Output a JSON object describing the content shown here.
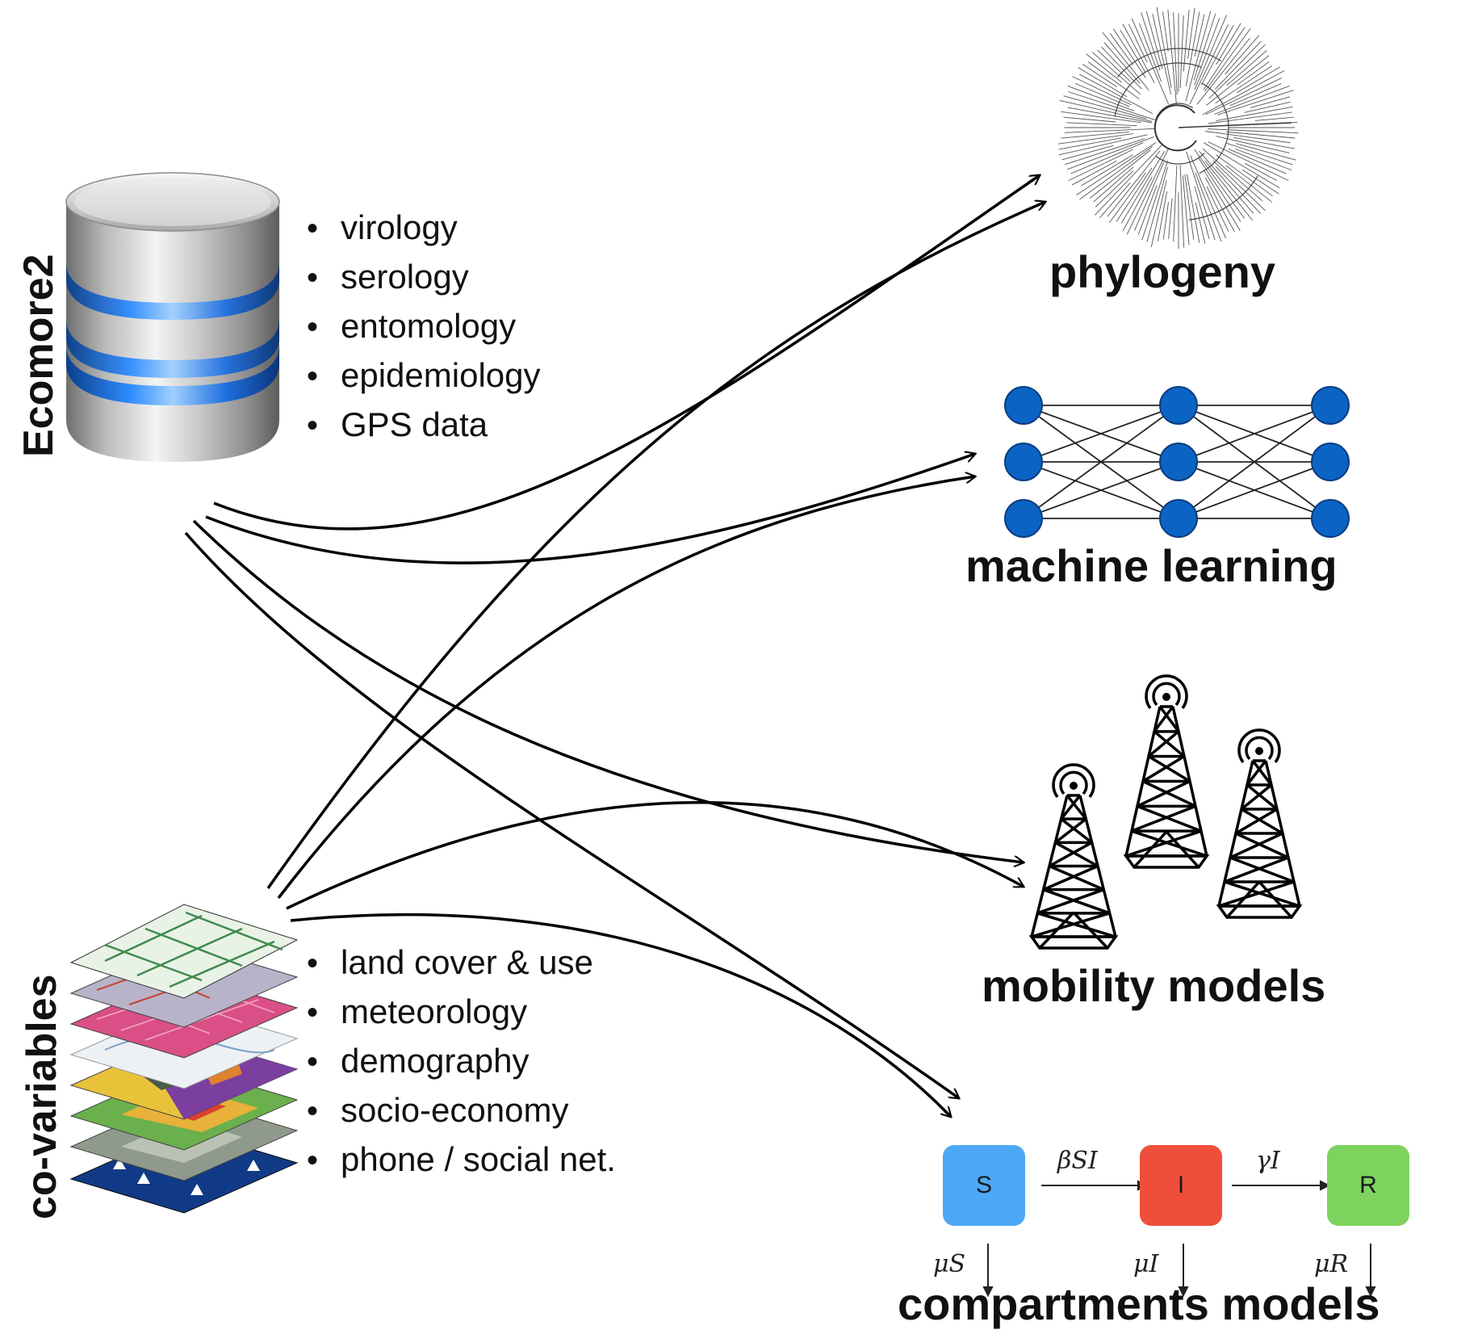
{
  "sources": {
    "database": {
      "title": "Ecomore2",
      "items": [
        "virology",
        "serology",
        "entomology",
        "epidemiology",
        "GPS data"
      ],
      "icon": "database-icon",
      "accent": "#2f8cff"
    },
    "covariables": {
      "title": "co-variables",
      "items": [
        "land cover & use",
        "meteorology",
        "demography",
        "socio-economy",
        "phone / social net."
      ],
      "icon": "map-layers-icon"
    }
  },
  "models": {
    "phylogeny": {
      "label": "phylogeny",
      "icon": "phylogenetic-tree-icon"
    },
    "machine_learning": {
      "label": "machine learning",
      "icon": "neural-network-icon",
      "node_color": "#0b64c4"
    },
    "mobility": {
      "label": "mobility models",
      "icon": "cell-tower-icon"
    },
    "compartments": {
      "label": "compartments models",
      "boxes": [
        {
          "label": "S",
          "color": "#4da9f6"
        },
        {
          "label": "I",
          "color": "#ef4f3a"
        },
        {
          "label": "R",
          "color": "#7ed35e"
        }
      ],
      "rates": [
        "βSI",
        "γI"
      ],
      "outflows": [
        "μS",
        "μI",
        "μR"
      ]
    }
  }
}
